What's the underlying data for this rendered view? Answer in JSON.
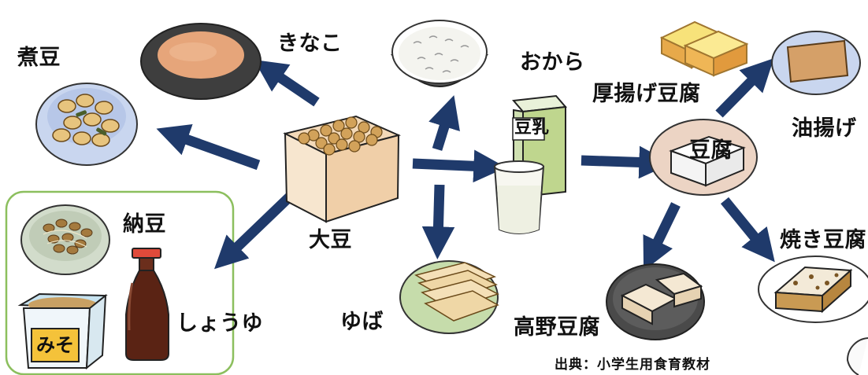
{
  "center": {
    "label": "大豆"
  },
  "items": {
    "nimame": "煮豆",
    "kinako": "きなこ",
    "okara": "おから",
    "tonyu_carton": "豆乳",
    "atsuage": "厚揚げ豆腐",
    "aburaage": "油揚げ",
    "tofu": "豆腐",
    "yakidofu": "焼き豆腐",
    "kouya": "高野豆腐",
    "yuba": "ゆば",
    "natto": "納豆",
    "shoyu": "しょうゆ",
    "miso": "みそ"
  },
  "source": "出典：小学生用食育教材",
  "colors": {
    "arrow": "#1f3a6b",
    "group_border": "#8cbf5e"
  }
}
